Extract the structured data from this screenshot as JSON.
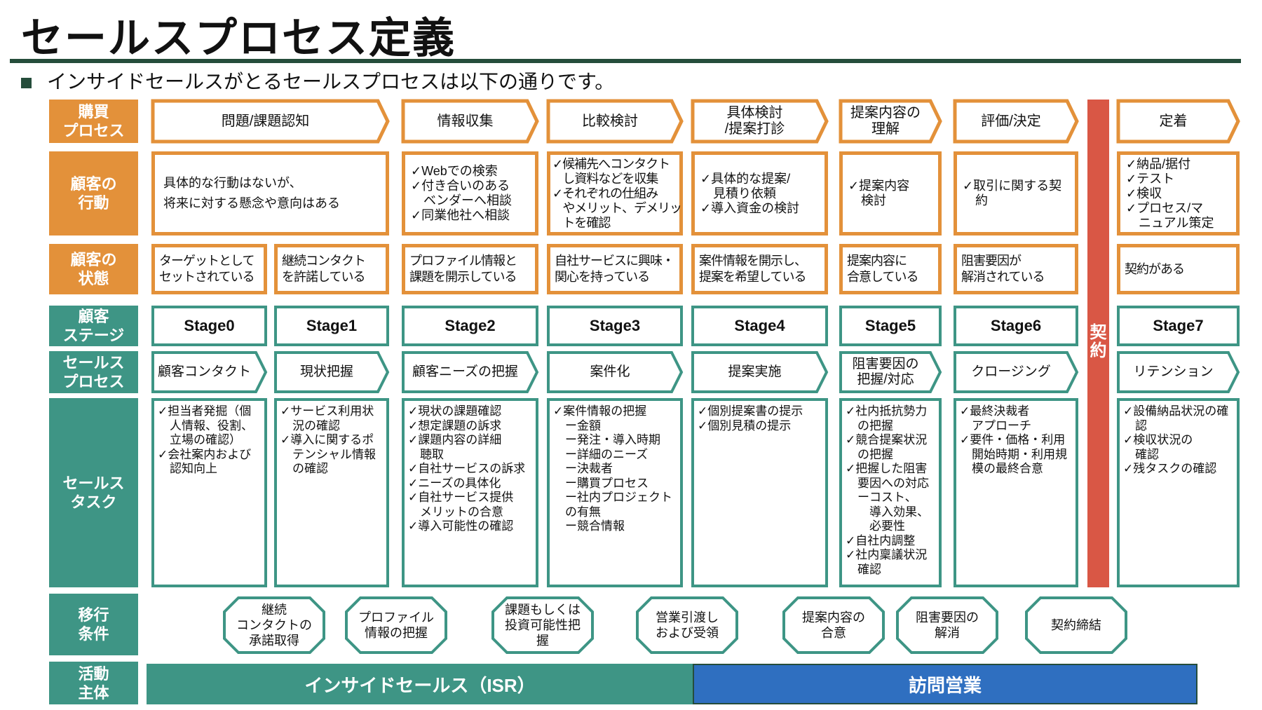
{
  "title": "セールスプロセス定義",
  "subtitle": "インサイドセールスがとるセールスプロセスは以下の通りです。",
  "row_labels": [
    "購買\nプロセス",
    "顧客の\n行動",
    "顧客の\n状態",
    "顧客\nステージ",
    "セールス\nプロセス",
    "セールス\nタスク",
    "移行\n条件",
    "活動\n主体"
  ],
  "purchase_process": [
    "問題/課題認知",
    "情報収集",
    "比較検討",
    "具体検討\n/提案打診",
    "提案内容の\n理解",
    "評価/決定",
    "定着"
  ],
  "customer_actions": [
    [
      "具体的な行動はないが、",
      "将来に対する懸念や意向はある"
    ],
    [
      "✓Webでの検索",
      "✓付き合いのある\nベンダーへ相談",
      "✓同業他社へ相談"
    ],
    [
      "✓候補先へコンタクト\nし資料などを収集",
      "✓それぞれの仕組み\nやメリット、デメリッ\nトを確認"
    ],
    [
      "✓具体的な提案/\n見積り依頼",
      "✓導入資金の検討"
    ],
    [
      "✓提案内容\n検討"
    ],
    [
      "✓取引に関する契\n約"
    ],
    [
      "✓納品/据付",
      "✓テスト",
      "✓検収",
      "✓プロセス/マ\nニュアル策定"
    ]
  ],
  "customer_states": [
    "ターゲットとして\nセットされている",
    "継続コンタクト\nを許諾している",
    "プロファイル情報と\n課題を開示している",
    "自社サービスに興味・\n関心を持っている",
    "案件情報を開示し、\n提案を希望している",
    "提案内容に\n合意している",
    "阻害要因が\n解消されている",
    "契約がある"
  ],
  "stages": [
    "Stage0",
    "Stage1",
    "Stage2",
    "Stage3",
    "Stage4",
    "Stage5",
    "Stage6",
    "Stage7"
  ],
  "sales_process": [
    "顧客コンタクト",
    "現状把握",
    "顧客ニーズの把握",
    "案件化",
    "提案実施",
    "阻害要因の\n把握/対応",
    "クロージング",
    "リテンション"
  ],
  "sales_tasks": [
    [
      "✓担当者発掘（個\n人情報、役割、\n立場の確認）",
      "✓会社案内および\n認知向上"
    ],
    [
      "✓サービス利用状\n況の確認",
      "✓導入に関するポ\nテンシャル情報\nの確認"
    ],
    [
      "✓現状の課題確認",
      "✓想定課題の訴求",
      "✓課題内容の詳細\n聴取",
      "✓自社サービスの訴求",
      "✓ニーズの具体化",
      "✓自社サービス提供\nメリットの合意",
      "✓導入可能性の確認"
    ],
    [
      "✓案件情報の把握",
      "ー金額",
      "ー発注・導入時期",
      "ー詳細のニーズ",
      "ー決裁者",
      "ー購買プロセス",
      "ー社内プロジェクト\nの有無",
      "ー競合情報"
    ],
    [
      "✓個別提案書の提示",
      "✓個別見積の提示"
    ],
    [
      "✓社内抵抗勢力\nの把握",
      "✓競合提案状況\nの把握",
      "✓把握した阻害\n要因への対応\nーコスト、\n　導入効果、\n　必要性",
      "✓自社内調整",
      "✓社内稟議状況\n確認"
    ],
    [
      "✓最終決裁者\nアプローチ",
      "✓要件・価格・利用\n開始時期・利用規\n模の最終合意"
    ],
    [
      "✓設備納品状況の確\n認",
      "✓検収状況の\n確認",
      "✓残タスクの確認"
    ]
  ],
  "transitions": [
    "継続\nコンタクトの\n承諾取得",
    "プロファイル\n情報の把握",
    "課題もしくは\n投資可能性把\n握",
    "営業引渡し\nおよび受領",
    "提案内容の\n合意",
    "阻害要因の\n解消",
    "契約締結"
  ],
  "contract_label": "契\n約",
  "actors": {
    "isr": "インサイドセールス（ISR）",
    "field": "訪問営業"
  },
  "colors": {
    "orange": "#E3913A",
    "teal": "#3E9585",
    "red": "#D95745",
    "blue": "#2F6FC0",
    "dark_green": "#254D3B"
  }
}
